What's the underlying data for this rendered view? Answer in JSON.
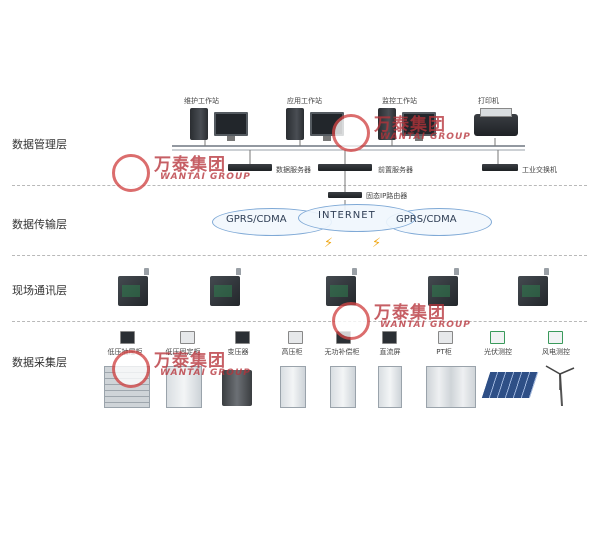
{
  "layers": {
    "management": "数据管理层",
    "transmission": "数据传输层",
    "field": "现场通讯层",
    "acquisition": "数据采集层"
  },
  "management": {
    "workstations": [
      "维护工作站",
      "应用工作站",
      "监控工作站",
      "打印机"
    ],
    "servers": [
      "数据服务器",
      "前置服务器",
      "工业交换机"
    ],
    "router": "固态IP路由器"
  },
  "transmission": {
    "networks": [
      "GPRS/CDMA",
      "INTERNET",
      "GPRS/CDMA"
    ]
  },
  "acquisition": {
    "items": [
      "低压抽屉柜",
      "低压固定柜",
      "变压器",
      "高压柜",
      "无功补偿柜",
      "直流屏",
      "PT柜",
      "光伏测控",
      "风电测控"
    ]
  },
  "watermark": {
    "chinese": "万泰集团",
    "english": "WANTAI GROUP",
    "registered": "®"
  },
  "colors": {
    "watermark_red": "#c8373d",
    "network_blue": "#7fa9d6",
    "divider_gray": "#b9b9b9",
    "lightning": "#f0a91c"
  }
}
